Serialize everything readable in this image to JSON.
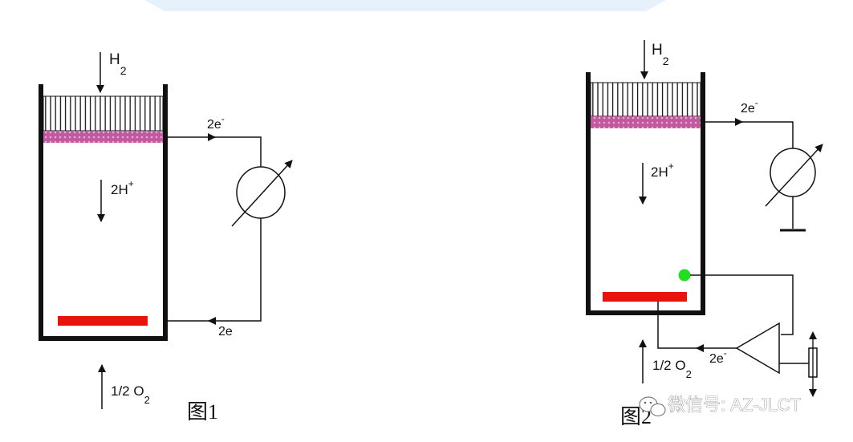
{
  "figure1": {
    "h2": {
      "main": "H",
      "sub": "2"
    },
    "proton": {
      "main": "2H",
      "sup": "+"
    },
    "electron_top": {
      "main": "2e",
      "sup": "-"
    },
    "electron_bottom": "2e",
    "oxygen": {
      "main": "1/2 O",
      "sub": "2"
    },
    "caption": "图1"
  },
  "figure2": {
    "h2": {
      "main": "H",
      "sub": "2"
    },
    "proton": {
      "main": "2H",
      "sup": "+"
    },
    "electron_top": {
      "main": "2e",
      "sup": "-"
    },
    "electron_amp": {
      "main": "2e",
      "sup": "-"
    },
    "oxygen": {
      "main": "1/2 O",
      "sub": "2"
    },
    "caption": "图2"
  },
  "watermark": "微信号: AZ-JLCT",
  "colors": {
    "electrolyte_membrane": "#c2589f",
    "cathode": "#e8140c",
    "sensor_dot": "#22dd22",
    "banner": "#e6f1fb"
  }
}
